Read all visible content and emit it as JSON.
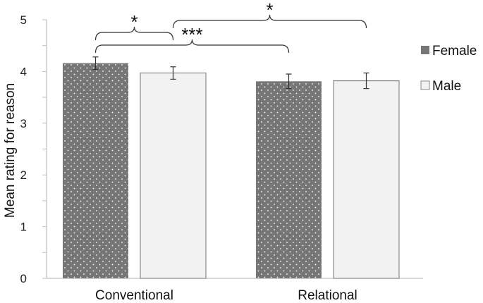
{
  "chart_data": {
    "type": "bar",
    "categories": [
      "Conventional",
      "Relational"
    ],
    "series": [
      {
        "name": "Female",
        "values": [
          4.16,
          3.81
        ],
        "errors": [
          0.12,
          0.14
        ]
      },
      {
        "name": "Male",
        "values": [
          3.97,
          3.82
        ],
        "errors": [
          0.12,
          0.15
        ]
      }
    ],
    "ylabel": "Mean  rating for reason",
    "ylim": [
      0,
      5
    ],
    "yticks": [
      0,
      1,
      2,
      3,
      4,
      5
    ],
    "grid": false,
    "legend_position": "right",
    "significance": [
      {
        "label": "*",
        "from": "Female, Conventional",
        "to": "Male, Conventional"
      },
      {
        "label": "***",
        "from": "Female, Conventional",
        "to": "Female, Relational"
      },
      {
        "label": "*",
        "from": "Male, Conventional",
        "to": "Male, Relational"
      }
    ],
    "colors": {
      "Female": "#767676",
      "Male": "#f2f2f2",
      "axis": "#bfbfbf",
      "bar_stroke": "#8a8a8a"
    }
  }
}
